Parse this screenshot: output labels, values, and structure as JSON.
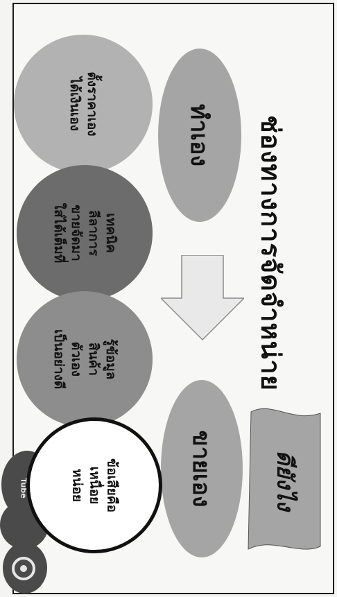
{
  "title": "ช่องทางการจัดจำหน่าย",
  "self_made_label": "ทำเอง",
  "self_sell_label": "ขายเอง",
  "advantage_banner": "ดียังไง",
  "circles": {
    "price": "ตั้งราคาเอง\nได้เงินเอง",
    "sales_technique": "เทคนิค\nลีลาการ\nขายจัดมา\nใส่ได้เต็มที่",
    "product_knowledge": "รู้ข้อมูล\nสินค้า\nตัวเอง\nเป็นอย่างดี",
    "disadvantage": "ข้อเสียคือ\nเหนื่อย\nหน่อย"
  },
  "logo_text": "Tube",
  "colors": {
    "oval_fill": "#a5a5a5",
    "circle_light": "#b2b2b2",
    "circle_dark": "#6c6c6c",
    "circle_mid": "#8d8d8d",
    "arrow_fill": "#e9e9e9",
    "frame": "#1a1a1a"
  }
}
